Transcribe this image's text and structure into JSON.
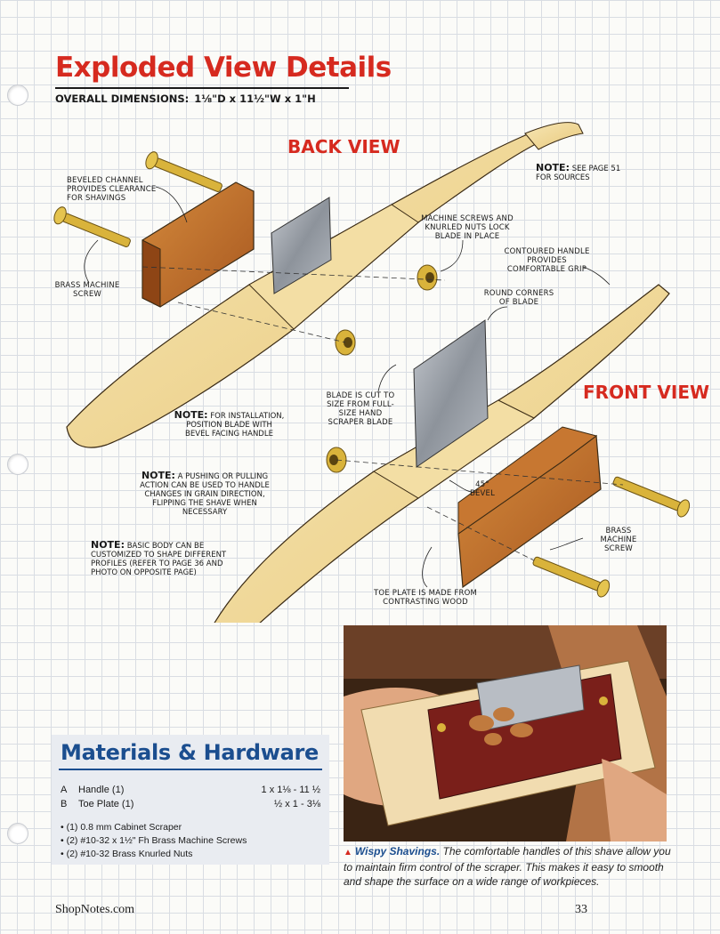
{
  "page": {
    "title": "Exploded View Details",
    "dimensions_label": "OVERALL DIMENSIONS:",
    "dimensions_value": "1⅛\"D x 11½\"W x 1\"H"
  },
  "views": {
    "back": "BACK VIEW",
    "front": "FRONT VIEW"
  },
  "callouts": {
    "beveled_channel": "BEVELED CHANNEL PROVIDES CLEARANCE FOR SHAVINGS",
    "brass_screw_back": "BRASS MACHINE SCREW",
    "machine_screws": "MACHINE SCREWS AND KNURLED NUTS LOCK BLADE IN PLACE",
    "contoured_handle": "CONTOURED HANDLE PROVIDES COMFORTABLE GRIP",
    "round_corners": "ROUND CORNERS OF BLADE",
    "blade_cut": "BLADE IS CUT TO SIZE FROM FULL-SIZE HAND SCRAPER BLADE",
    "bevel_45": "45° BEVEL",
    "brass_screw_front": "BRASS MACHINE SCREW",
    "toe_plate": "TOE PLATE IS MADE FROM CONTRASTING WOOD"
  },
  "notes": {
    "note_label": "NOTE:",
    "sources": "SEE PAGE 51 FOR SOURCES",
    "installation": "FOR INSTALLATION, POSITION BLADE WITH BEVEL FACING HANDLE",
    "pushing": "A PUSHING OR PULLING ACTION CAN BE USED TO HANDLE CHANGES IN GRAIN DIRECTION, FLIPPING THE SHAVE WHEN NECESSARY",
    "basic_body": "BASIC BODY CAN BE CUSTOMIZED TO SHAPE DIFFERENT PROFILES (REFER TO PAGE 36 AND PHOTO ON OPPOSITE PAGE)"
  },
  "materials": {
    "title": "Materials & Hardware",
    "parts": [
      {
        "key": "A",
        "name": "Handle (1)",
        "dims": "1 x 1⅛ - 11 ½"
      },
      {
        "key": "B",
        "name": "Toe Plate (1)",
        "dims": "½ x 1 - 3⅛"
      }
    ],
    "hardware": [
      "• (1) 0.8 mm Cabinet Scraper",
      "• (2) #10-32 x 1½\" Fh Brass Machine Screws",
      "• (2) #10-32 Brass Knurled Nuts"
    ]
  },
  "photo_caption": {
    "marker": "▲",
    "heading": "Wispy Shavings.",
    "text": "The comfortable handles of this shave allow you to maintain firm control of the scraper. This makes it easy to smooth and shape the surface on a wide range of workpieces."
  },
  "footer": {
    "site": "ShopNotes.com",
    "page_number": "33"
  },
  "colors": {
    "accent_red": "#d62a1f",
    "accent_blue": "#1b4e8f",
    "wood_light": "#f0d89a",
    "wood_dark": "#b9692c",
    "brass": "#d9b33b",
    "steel": "#9aa0a8"
  }
}
